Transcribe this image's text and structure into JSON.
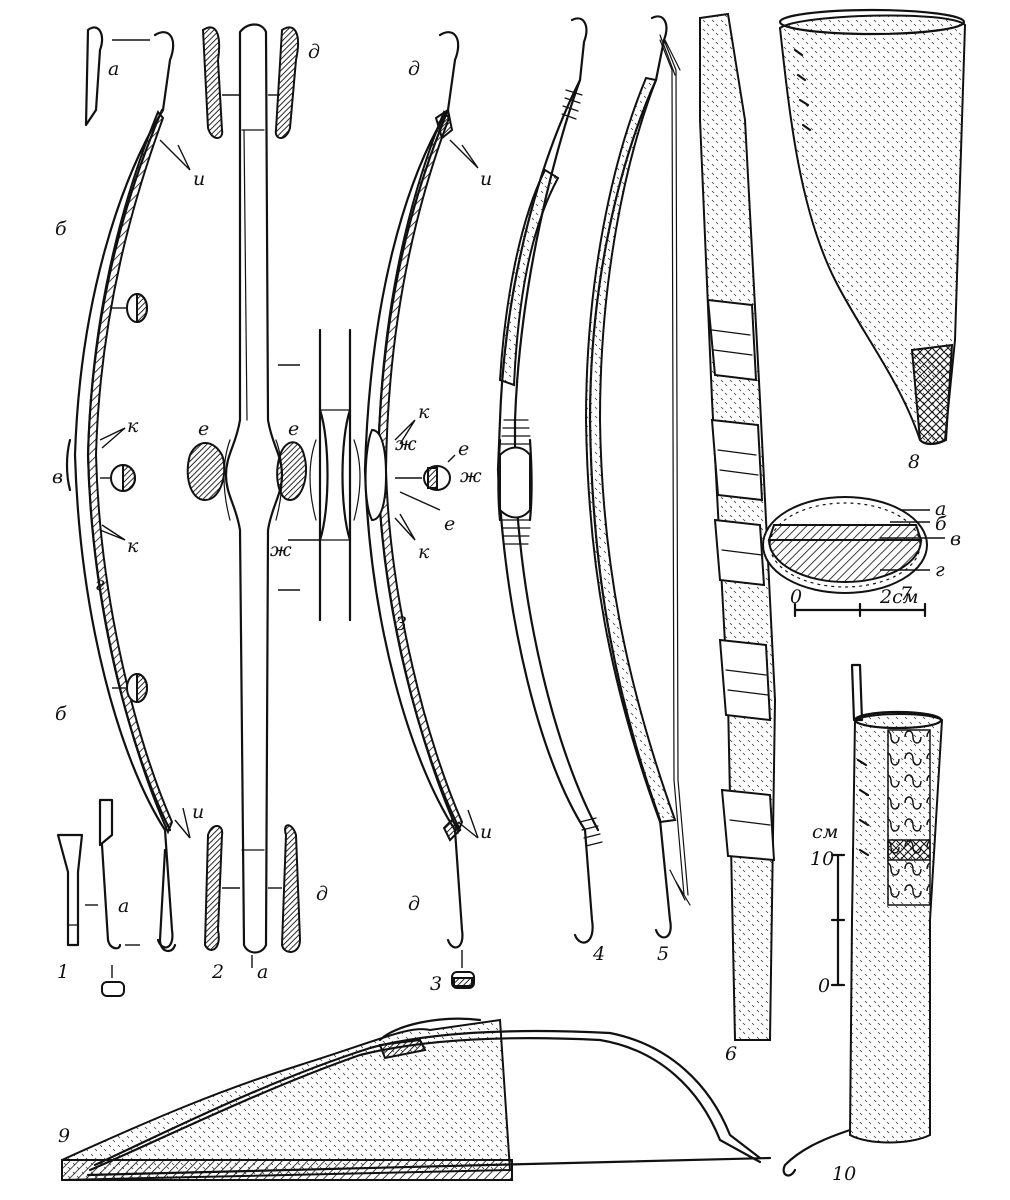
{
  "figure_numbers": {
    "n1": "1",
    "n2": "2",
    "n3": "3",
    "n4": "4",
    "n5": "5",
    "n6": "6",
    "n7": "7",
    "n8": "8",
    "n9": "9",
    "n10": "10"
  },
  "letters": {
    "a": "а",
    "b": "б",
    "v": "в",
    "g": "г",
    "d": "д",
    "e": "е",
    "zh": "ж",
    "i": "и",
    "k": "к"
  },
  "scale_2cm": {
    "zero": "0",
    "end": "2см"
  },
  "scale_10cm": {
    "unit": "см",
    "ten": "10",
    "zero": "0"
  }
}
